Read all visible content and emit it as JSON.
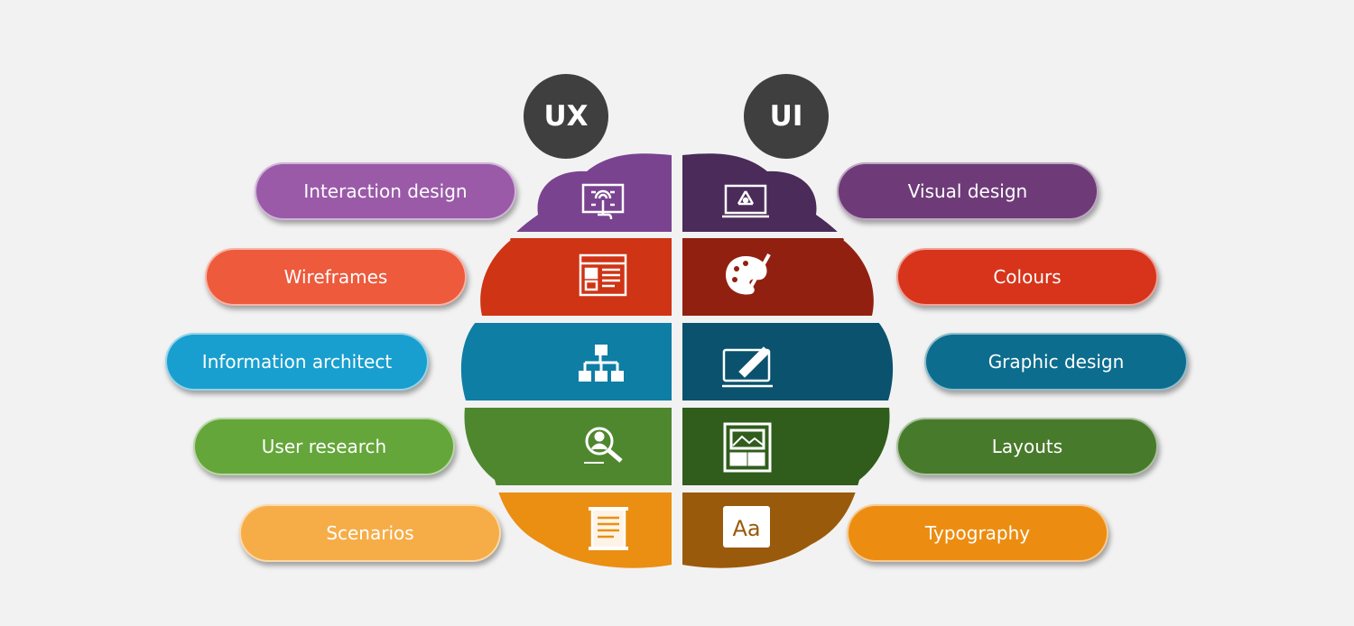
{
  "headings": {
    "ux": "UX",
    "ui": "UI"
  },
  "ux_items": [
    {
      "label": "Interaction design",
      "color": "#9a5aa8",
      "icon": "touch-screen-icon"
    },
    {
      "label": "Wireframes",
      "color": "#ed5a3c",
      "icon": "wireframe-icon"
    },
    {
      "label": "Information architect",
      "color": "#189fcf",
      "icon": "sitemap-icon"
    },
    {
      "label": "User research",
      "color": "#64a63a",
      "icon": "user-search-icon"
    },
    {
      "label": "Scenarios",
      "color": "#f6ad47",
      "icon": "scroll-icon"
    }
  ],
  "ui_items": [
    {
      "label": "Visual design",
      "color": "#6e3b78",
      "icon": "monitor-vector-icon"
    },
    {
      "label": "Colours",
      "color": "#d7341b",
      "icon": "palette-icon"
    },
    {
      "label": "Graphic design",
      "color": "#0d6d8e",
      "icon": "tablet-pen-icon"
    },
    {
      "label": "Layouts",
      "color": "#487a2c",
      "icon": "layout-icon"
    },
    {
      "label": "Typography",
      "color": "#ec8d11",
      "icon": "typography-icon"
    }
  ],
  "brain_colors": {
    "ux": [
      "#7a4390",
      "#cf3415",
      "#0e7ea4",
      "#4f872f",
      "#ea8f12"
    ],
    "ui": [
      "#4a2b59",
      "#922010",
      "#0a526d",
      "#305d1c",
      "#9a5a0c"
    ]
  },
  "typography_glyph": "Aa"
}
